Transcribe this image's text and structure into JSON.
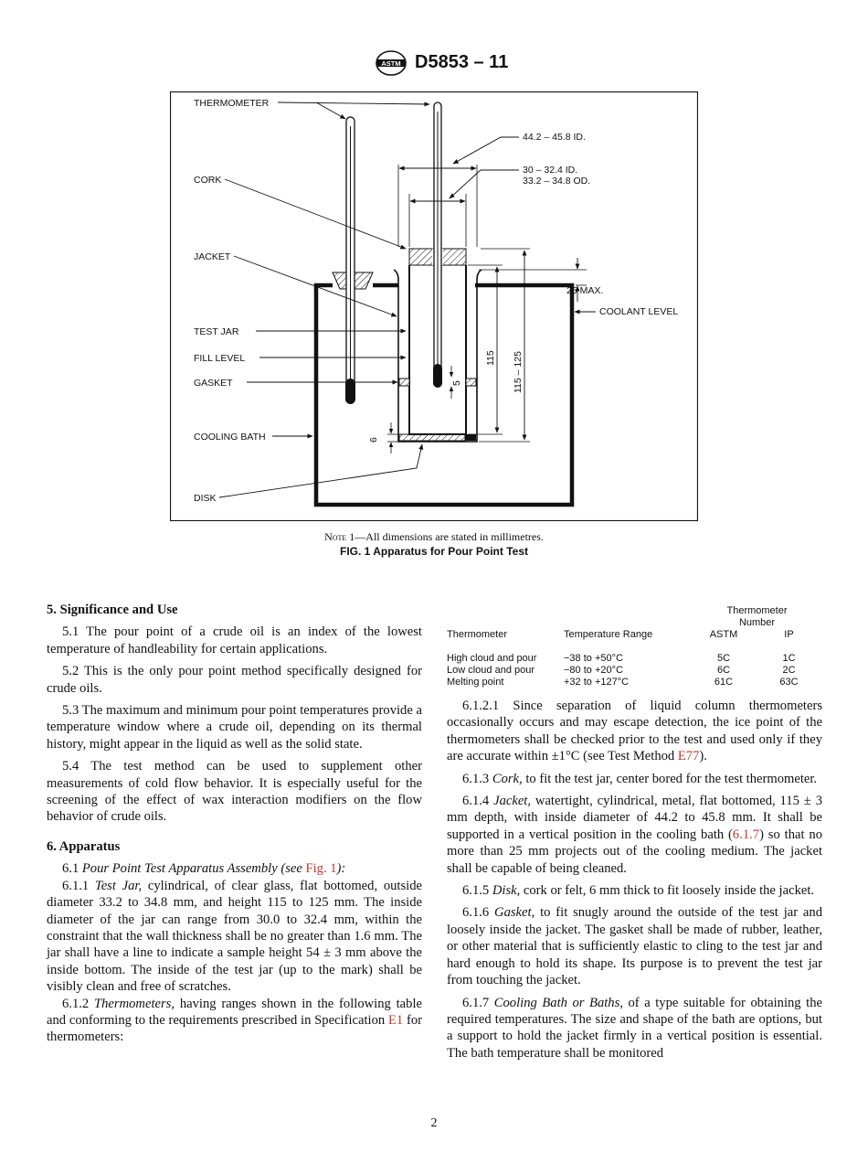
{
  "header": {
    "logo": "ASTM",
    "doc_number": "D5853 – 11"
  },
  "figure": {
    "labels": {
      "thermometer": "THERMOMETER",
      "cork": "CORK",
      "jacket": "JACKET",
      "test_jar": "TEST JAR",
      "fill_level": "FILL LEVEL",
      "gasket": "GASKET",
      "cooling_bath": "COOLING BATH",
      "disk": "DISK",
      "jacket_id": "44.2 – 45.8 ID.",
      "jar_id": "30 – 32.4 ID.",
      "jar_od": "33.2 – 34.8 OD.",
      "max_25": "25 MAX.",
      "coolant_level": "COOLANT LEVEL",
      "dim_115": "115",
      "dim_115_125": "115 – 125",
      "dim_5": "5",
      "dim_6": "6"
    },
    "note_prefix": "Note",
    "note_text": " 1—All dimensions are stated in millimetres.",
    "caption": "FIG. 1 Apparatus for Pour Point Test"
  },
  "section5": {
    "heading": "5. Significance and Use",
    "p1": "5.1 The pour point of a crude oil is an index of the lowest temperature of handleability for certain applications.",
    "p2": "5.2 This is the only pour point method specifically designed for crude oils.",
    "p3": "5.3 The maximum and minimum pour point temperatures provide a temperature window where a crude oil, depending on its thermal history, might appear in the liquid as well as the solid state.",
    "p4": "5.4 The test method can be used to supplement other measurements of cold flow behavior. It is especially useful for the screening of the effect of wax interaction modifiers on the flow behavior of crude oils."
  },
  "section6": {
    "heading": "6. Apparatus",
    "p61_num": "6.1 ",
    "p61_title": "Pour Point Test Apparatus Assembly (see ",
    "p61_link": "Fig. 1",
    "p61_end": "):",
    "p611_num": "6.1.1 ",
    "p611_title": "Test Jar,",
    "p611_text": " cylindrical, of clear glass, flat bottomed, outside diameter 33.2 to 34.8 mm, and height 115 to 125 mm. The inside diameter of the jar can range from 30.0 to 32.4 mm, within the constraint that the wall thickness shall be no greater than 1.6 mm. The jar shall have a line to indicate a sample height 54 ± 3 mm above the inside bottom. The inside of the test jar (up to the mark) shall be visibly clean and free of scratches.",
    "p612_num": "6.1.2 ",
    "p612_title": "Thermometers,",
    "p612_text": " having ranges shown in the following table and conforming to the requirements prescribed in Specification ",
    "p612_link": "E1",
    "p612_end": " for thermometers:",
    "table": {
      "title": "Thermometer",
      "sub_number": "Number",
      "col_thermometer": "Thermometer",
      "col_range": "Temperature Range",
      "col_astm": "ASTM",
      "col_ip": "IP",
      "rows": [
        {
          "name": "High cloud and pour",
          "range": "−38 to +50°C",
          "astm": "5C",
          "ip": "1C"
        },
        {
          "name": "Low cloud and pour",
          "range": "−80 to +20°C",
          "astm": "6C",
          "ip": "2C"
        },
        {
          "name": "Melting point",
          "range": "+32 to +127°C",
          "astm": "61C",
          "ip": "63C"
        }
      ]
    },
    "p6121_text": "6.1.2.1 Since separation of liquid column thermometers occasionally occurs and may escape detection, the ice point of the thermometers shall be checked prior to the test and used only if they are accurate within ±1°C (see Test Method ",
    "p6121_link": "E77",
    "p6121_end": ").",
    "p613_num": "6.1.3 ",
    "p613_title": "Cork,",
    "p613_text": " to fit the test jar, center bored for the test thermometer.",
    "p614_num": "6.1.4 ",
    "p614_title": "Jacket,",
    "p614_text": " watertight, cylindrical, metal, flat bottomed, 115 ± 3 mm depth, with inside diameter of 44.2 to 45.8 mm. It shall be supported in a vertical position in the cooling bath (",
    "p614_link": "6.1.7",
    "p614_end": ") so that no more than 25 mm projects out of the cooling medium. The jacket shall be capable of being cleaned.",
    "p615_num": "6.1.5 ",
    "p615_title": "Disk,",
    "p615_text": " cork or felt, 6 mm thick to fit loosely inside the jacket.",
    "p616_num": "6.1.6 ",
    "p616_title": "Gasket,",
    "p616_text": " to fit snugly around the outside of the test jar and loosely inside the jacket. The gasket shall be made of rubber, leather, or other material that is sufficiently elastic to cling to the test jar and hard enough to hold its shape. Its purpose is to prevent the test jar from touching the jacket.",
    "p617_num": "6.1.7 ",
    "p617_title": "Cooling Bath or Baths,",
    "p617_text": " of a type suitable for obtaining the required temperatures. The size and shape of the bath are options, but a support to hold the jacket firmly in a vertical position is essential. The bath temperature shall be monitored"
  },
  "page_number": "2"
}
